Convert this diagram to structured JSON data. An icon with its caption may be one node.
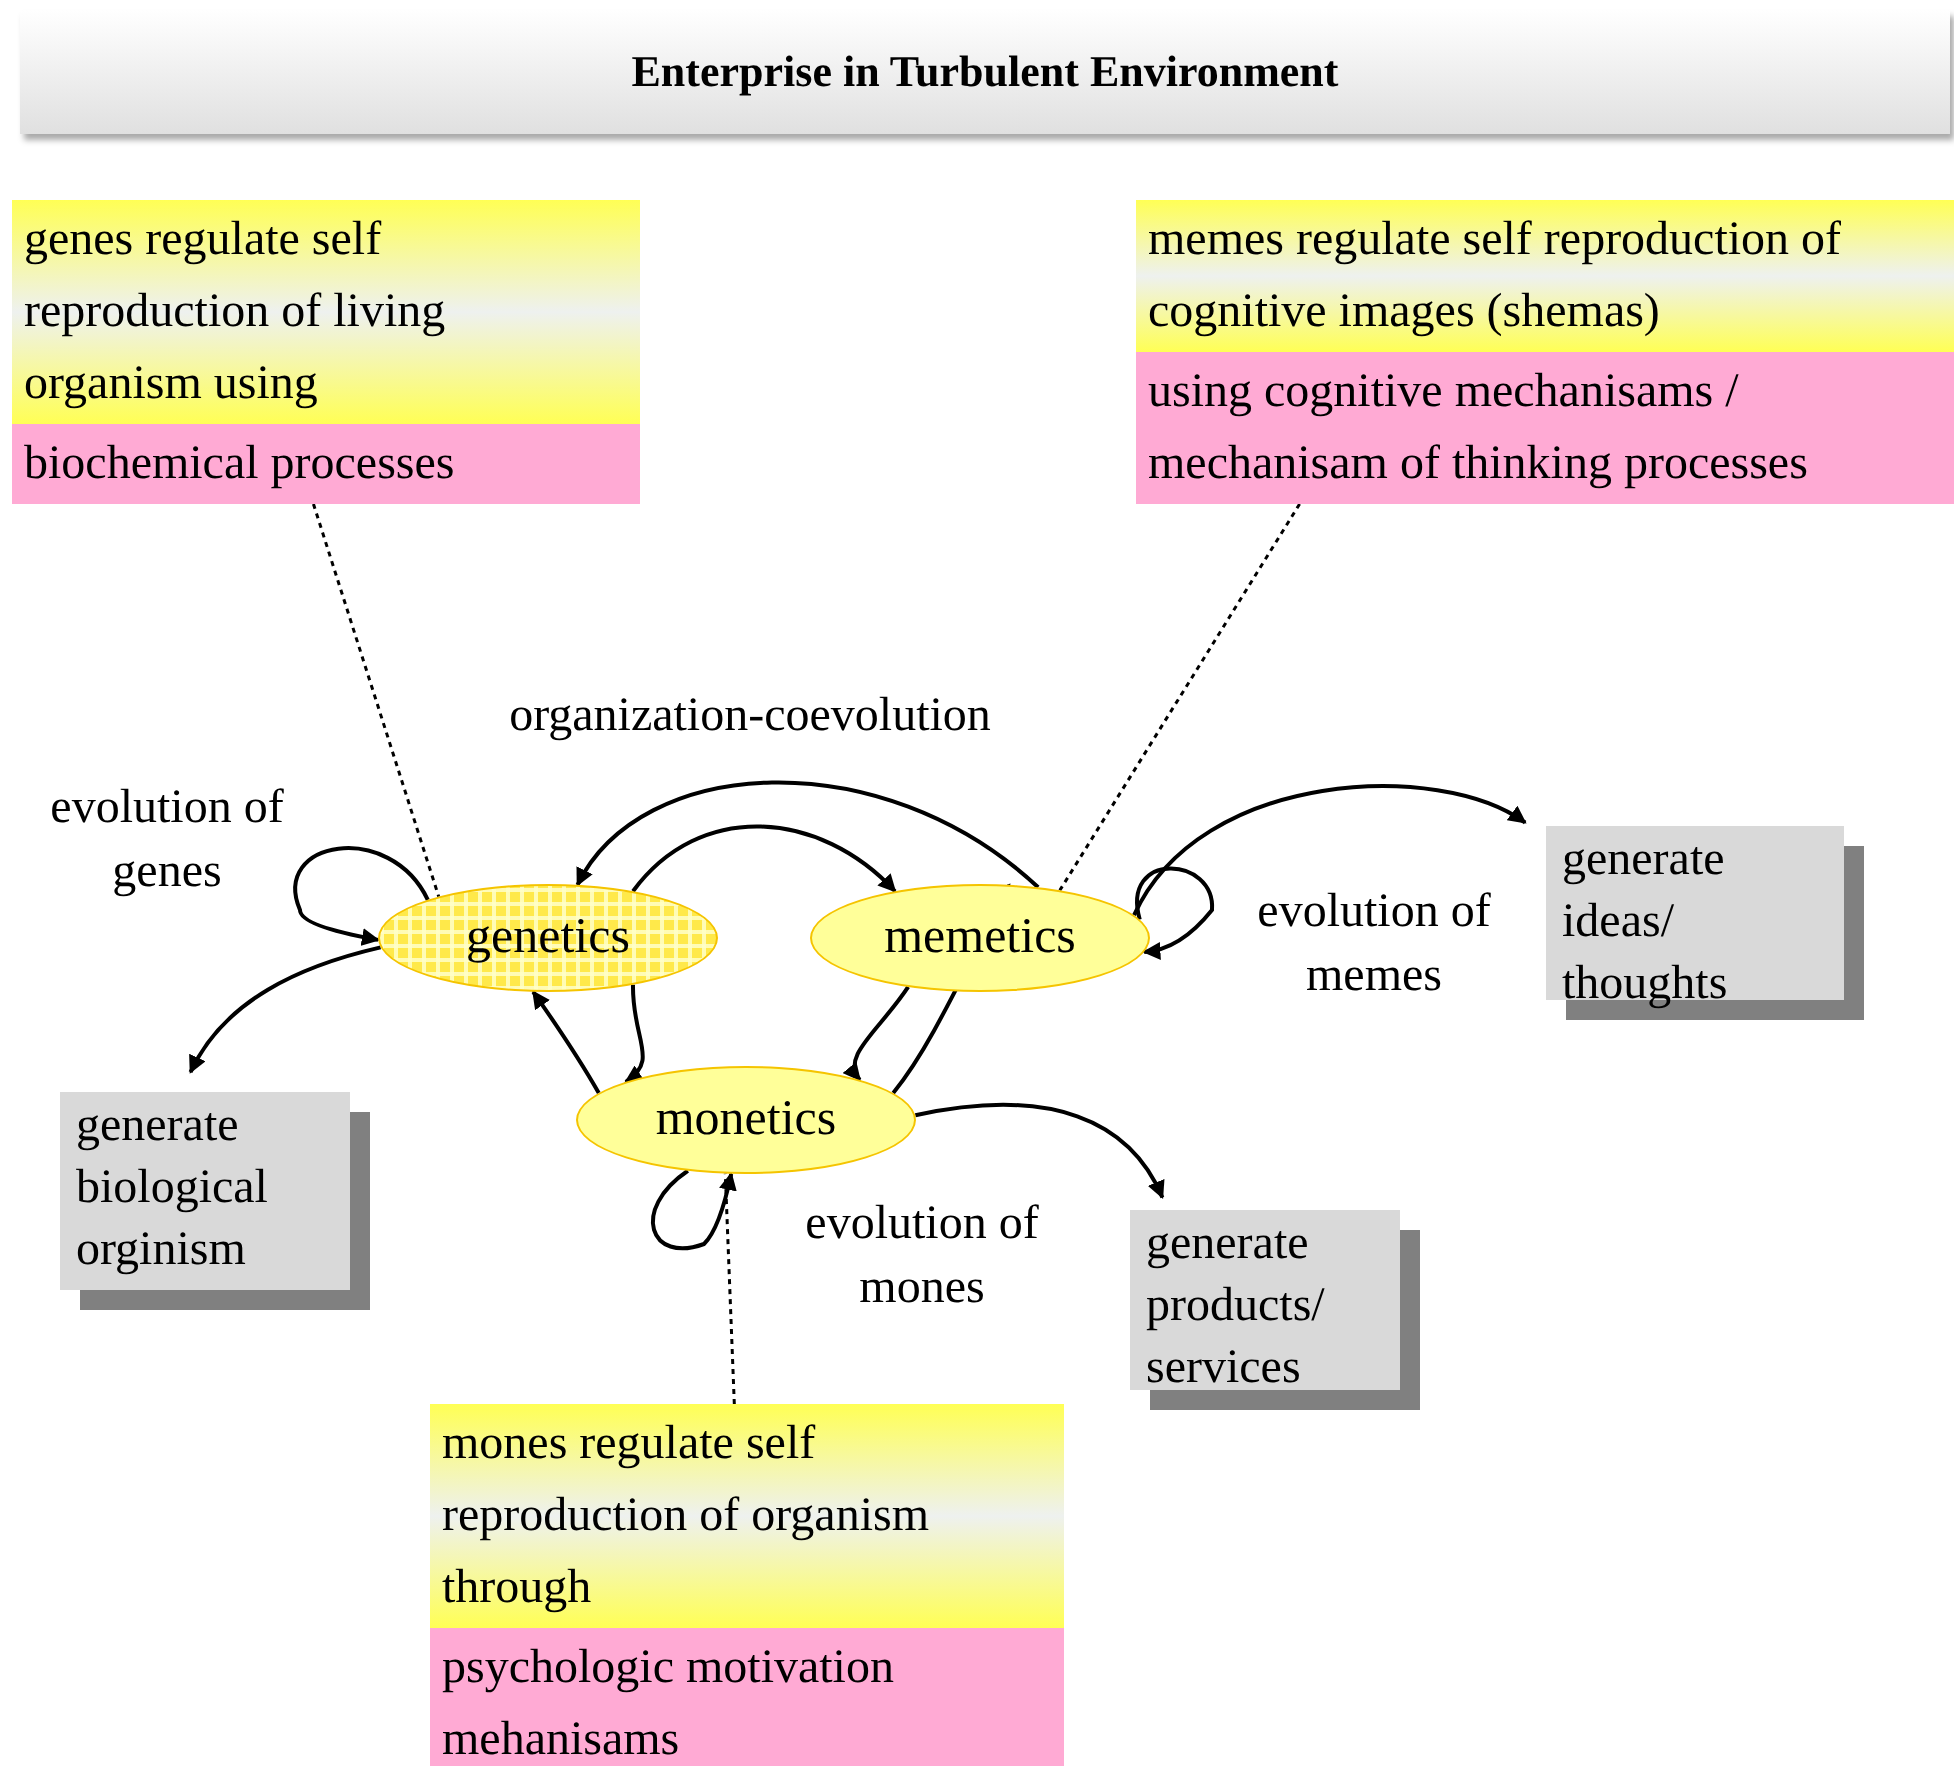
{
  "diagram": {
    "title": "Enterprise in Turbulent Environment",
    "nodes": [
      {
        "text": [
          "genes regulate self reproduction of living organism using",
          "biochemical processes"
        ]
      },
      {
        "text": [
          "memes regulate self reproduction of cognitive images (shemas)",
          "using cognitive mechanisams / mechanisam of thinking processes"
        ]
      },
      {
        "text": [
          "genetics"
        ]
      },
      {
        "text": [
          "memetics"
        ]
      },
      {
        "text": [
          "monetics"
        ]
      },
      {
        "text": [
          "generate biological orginism"
        ]
      },
      {
        "text": [
          "generate ideas/ thoughts"
        ]
      },
      {
        "text": [
          "generate products/ services"
        ]
      },
      {
        "text": [
          "mones regulate self reproduction of organism through",
          "psychologic motivation mehanisams"
        ]
      }
    ],
    "edges": [
      {
        "from": 0,
        "to": 2,
        "arrow": "none",
        "style": "dashed"
      },
      {
        "from": 1,
        "to": 3,
        "arrow": "none",
        "style": "dashed"
      },
      {
        "from": 8,
        "to": 4,
        "arrow": "none",
        "style": "dashed"
      },
      {
        "from": 3,
        "to": 2,
        "arrow": "to"
      },
      {
        "from": 2,
        "to": 3,
        "arrow": "to"
      },
      {
        "from": 2,
        "to": 4,
        "arrow": "to"
      },
      {
        "from": 4,
        "to": 2,
        "arrow": "to"
      },
      {
        "from": 3,
        "to": 4,
        "arrow": "to"
      },
      {
        "from": 4,
        "to": 3,
        "arrow": "to"
      },
      {
        "from": 2,
        "to": 2,
        "arrow": "to",
        "label": "evolution of genes"
      },
      {
        "from": 3,
        "to": 3,
        "arrow": "to",
        "label": "evolution of memes"
      },
      {
        "from": 4,
        "to": 4,
        "arrow": "to",
        "label": "evolution of mones"
      },
      {
        "from": 2,
        "to": 5,
        "arrow": "to"
      },
      {
        "from": 3,
        "to": 6,
        "arrow": "to"
      },
      {
        "from": 4,
        "to": 7,
        "arrow": "to"
      }
    ],
    "labels": [
      "organization-coevolution"
    ]
  }
}
